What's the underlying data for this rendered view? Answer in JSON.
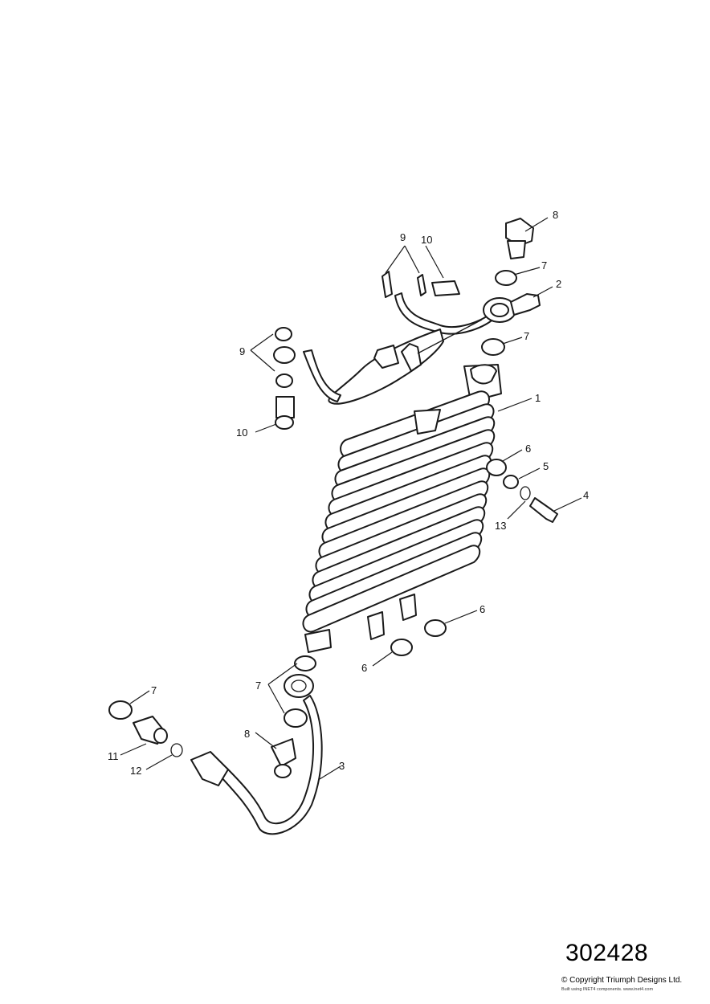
{
  "drawing_number": "302428",
  "copyright": "© Copyright Triumph Designs Ltd.",
  "built_with": "Built using INET4 components. www.inet4.com",
  "callouts": [
    {
      "id": "c1",
      "label": "1"
    },
    {
      "id": "c2",
      "label": "2"
    },
    {
      "id": "c3",
      "label": "3"
    },
    {
      "id": "c4",
      "label": "4"
    },
    {
      "id": "c5",
      "label": "5"
    },
    {
      "id": "c6a",
      "label": "6"
    },
    {
      "id": "c6b",
      "label": "6"
    },
    {
      "id": "c6c",
      "label": "6"
    },
    {
      "id": "c7a",
      "label": "7"
    },
    {
      "id": "c7b",
      "label": "7"
    },
    {
      "id": "c7c",
      "label": "7"
    },
    {
      "id": "c7d",
      "label": "7"
    },
    {
      "id": "c8a",
      "label": "8"
    },
    {
      "id": "c8b",
      "label": "8"
    },
    {
      "id": "c9a",
      "label": "9"
    },
    {
      "id": "c9b",
      "label": "9"
    },
    {
      "id": "c10a",
      "label": "10"
    },
    {
      "id": "c10b",
      "label": "10"
    },
    {
      "id": "c11",
      "label": "11"
    },
    {
      "id": "c12",
      "label": "12"
    },
    {
      "id": "c13",
      "label": "13"
    }
  ]
}
